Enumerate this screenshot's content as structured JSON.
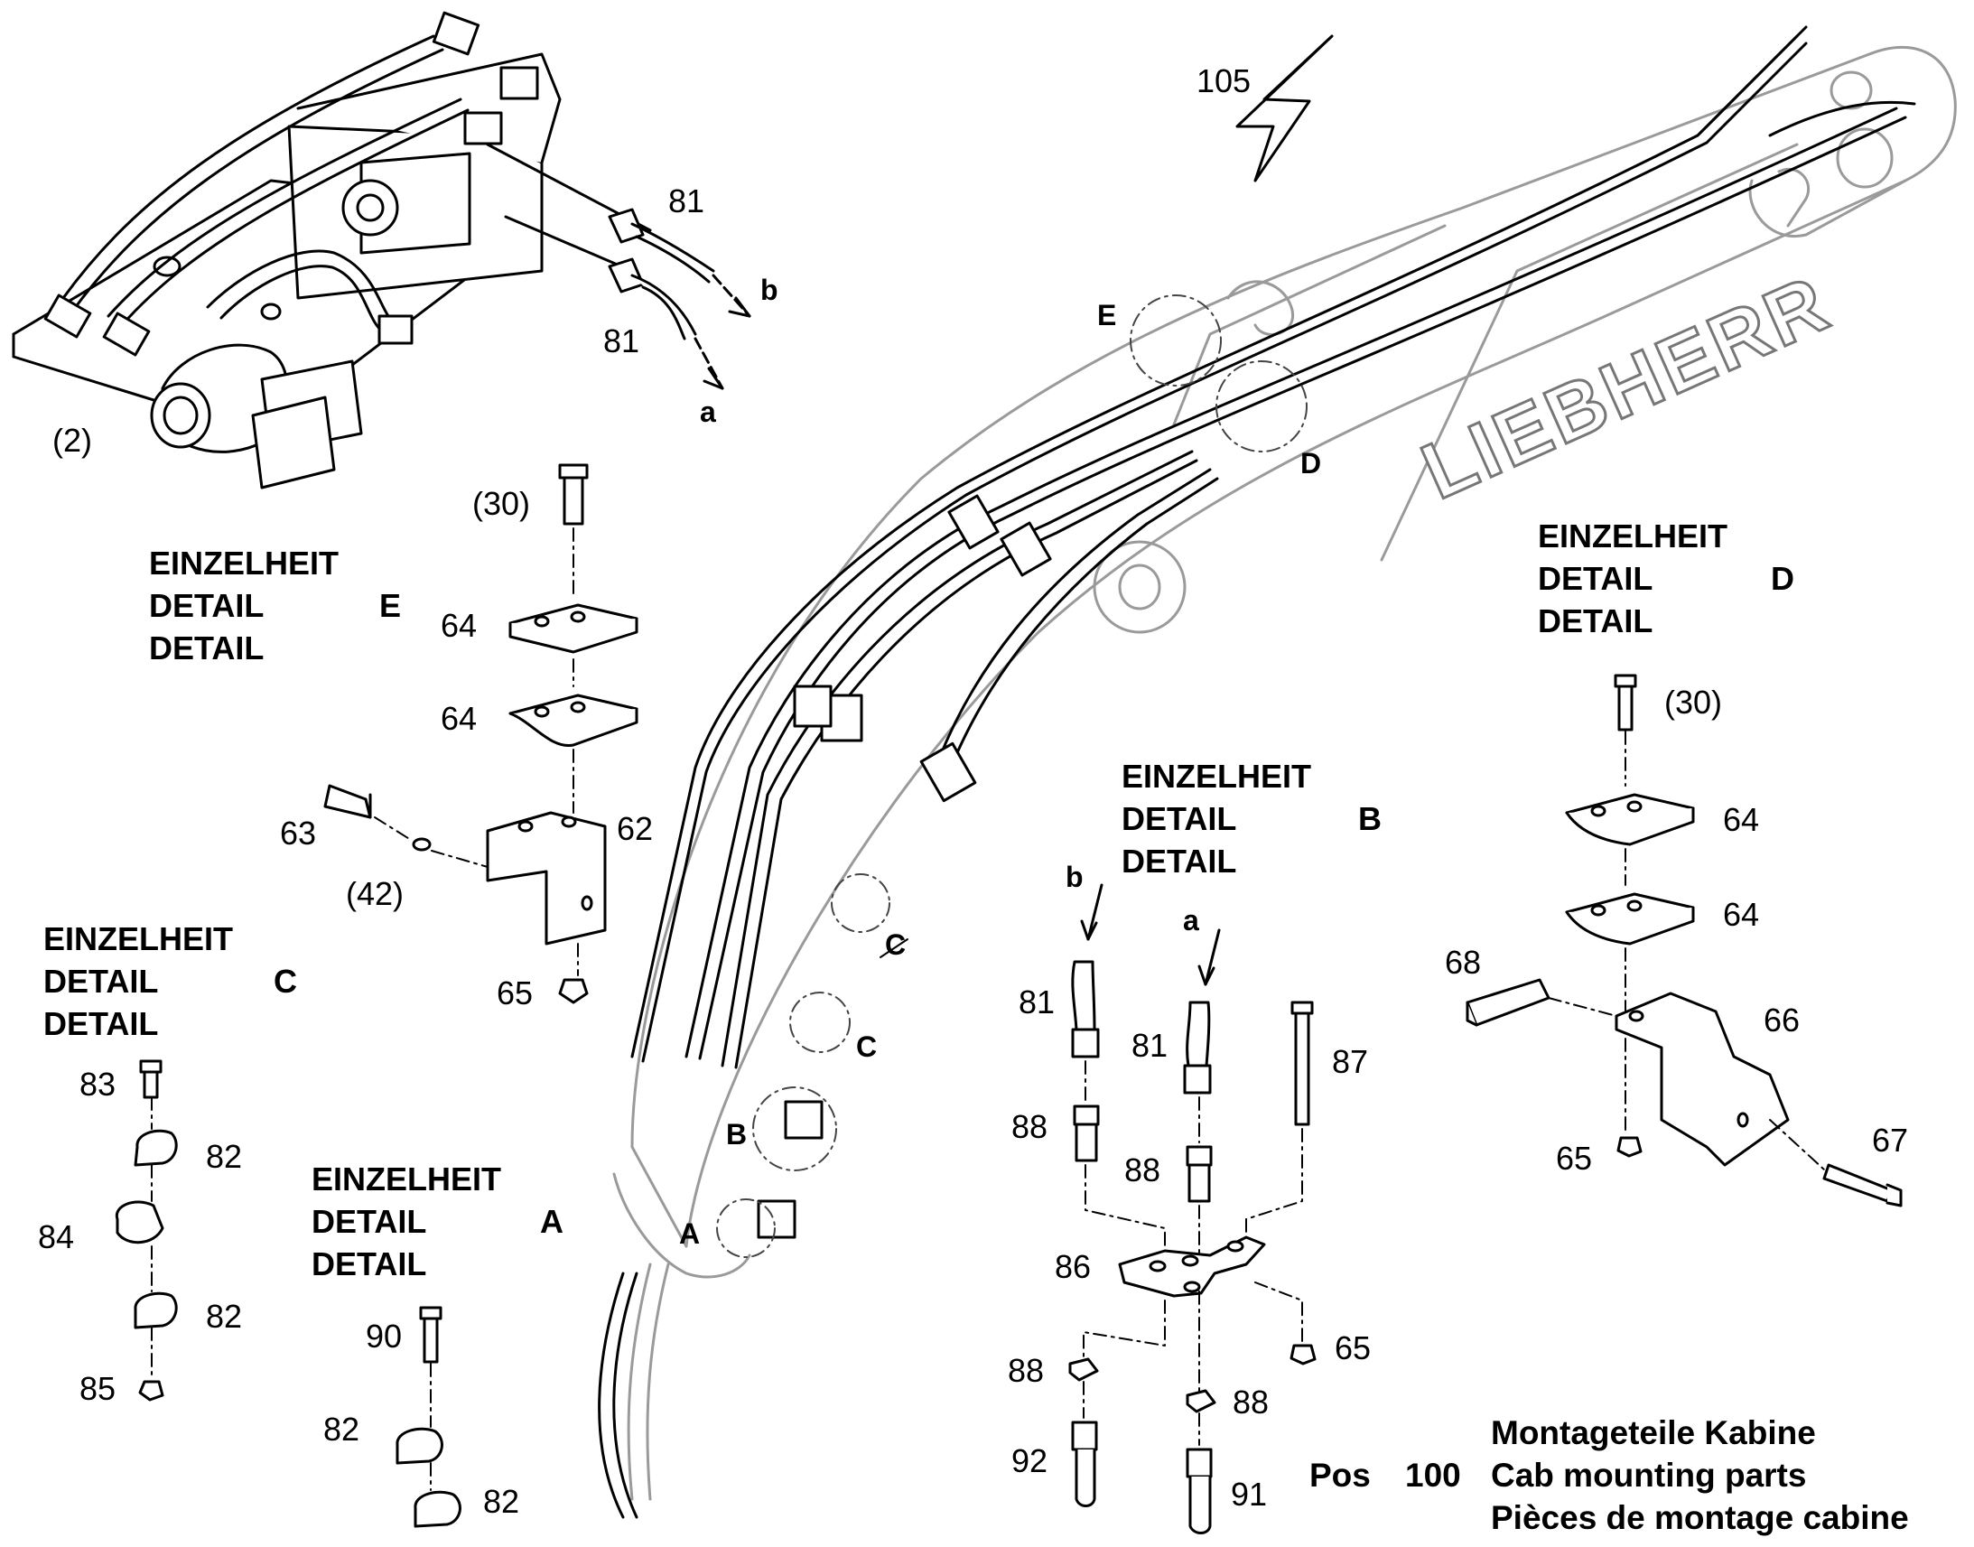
{
  "figure": {
    "symbol": "105",
    "brand": "LIEBHERR",
    "assembly_ref": "(2)"
  },
  "callouts": {
    "top_81_upper": "81",
    "top_81_lower": "81",
    "top_b": "b",
    "top_a": "a",
    "e_30": "(30)",
    "e_64_top": "64",
    "e_64_bottom": "64",
    "e_63": "63",
    "e_62": "62",
    "e_42": "(42)",
    "e_65": "65",
    "c_83": "83",
    "c_82_top": "82",
    "c_84": "84",
    "c_82_bottom": "82",
    "c_85": "85",
    "a_90": "90",
    "a_82_top": "82",
    "a_82_bottom": "82",
    "b_b": "b",
    "b_a": "a",
    "b_81_left": "81",
    "b_81_right": "81",
    "b_87": "87",
    "b_88_left": "88",
    "b_88_right": "88",
    "b_86": "86",
    "b_65": "65",
    "b_88_nut_left": "88",
    "b_88_nut_right": "88",
    "b_92": "92",
    "b_91": "91",
    "d_30": "(30)",
    "d_64_top": "64",
    "d_64_bottom": "64",
    "d_68": "68",
    "d_66": "66",
    "d_65": "65",
    "d_67": "67"
  },
  "detail_markers": {
    "E": "E",
    "D": "D",
    "C_upper": "C",
    "C_lower": "C",
    "B": "B",
    "A": "A"
  },
  "headings": {
    "detail_E": {
      "line1": "EINZELHEIT",
      "line2": "DETAIL",
      "letter": "E",
      "line3": "DETAIL"
    },
    "detail_C": {
      "line1": "EINZELHEIT",
      "line2": "DETAIL",
      "letter": "C",
      "line3": "DETAIL"
    },
    "detail_A": {
      "line1": "EINZELHEIT",
      "line2": "DETAIL",
      "letter": "A",
      "line3": "DETAIL"
    },
    "detail_B": {
      "line1": "EINZELHEIT",
      "line2": "DETAIL",
      "letter": "B",
      "line3": "DETAIL"
    },
    "detail_D": {
      "line1": "EINZELHEIT",
      "line2": "DETAIL",
      "letter": "D",
      "line3": "DETAIL"
    }
  },
  "footer": {
    "pos_label": "Pos",
    "pos_number": "100",
    "title_de": "Montageteile Kabine",
    "title_en": "Cab mounting parts",
    "title_fr": "Pièces de montage cabine"
  }
}
